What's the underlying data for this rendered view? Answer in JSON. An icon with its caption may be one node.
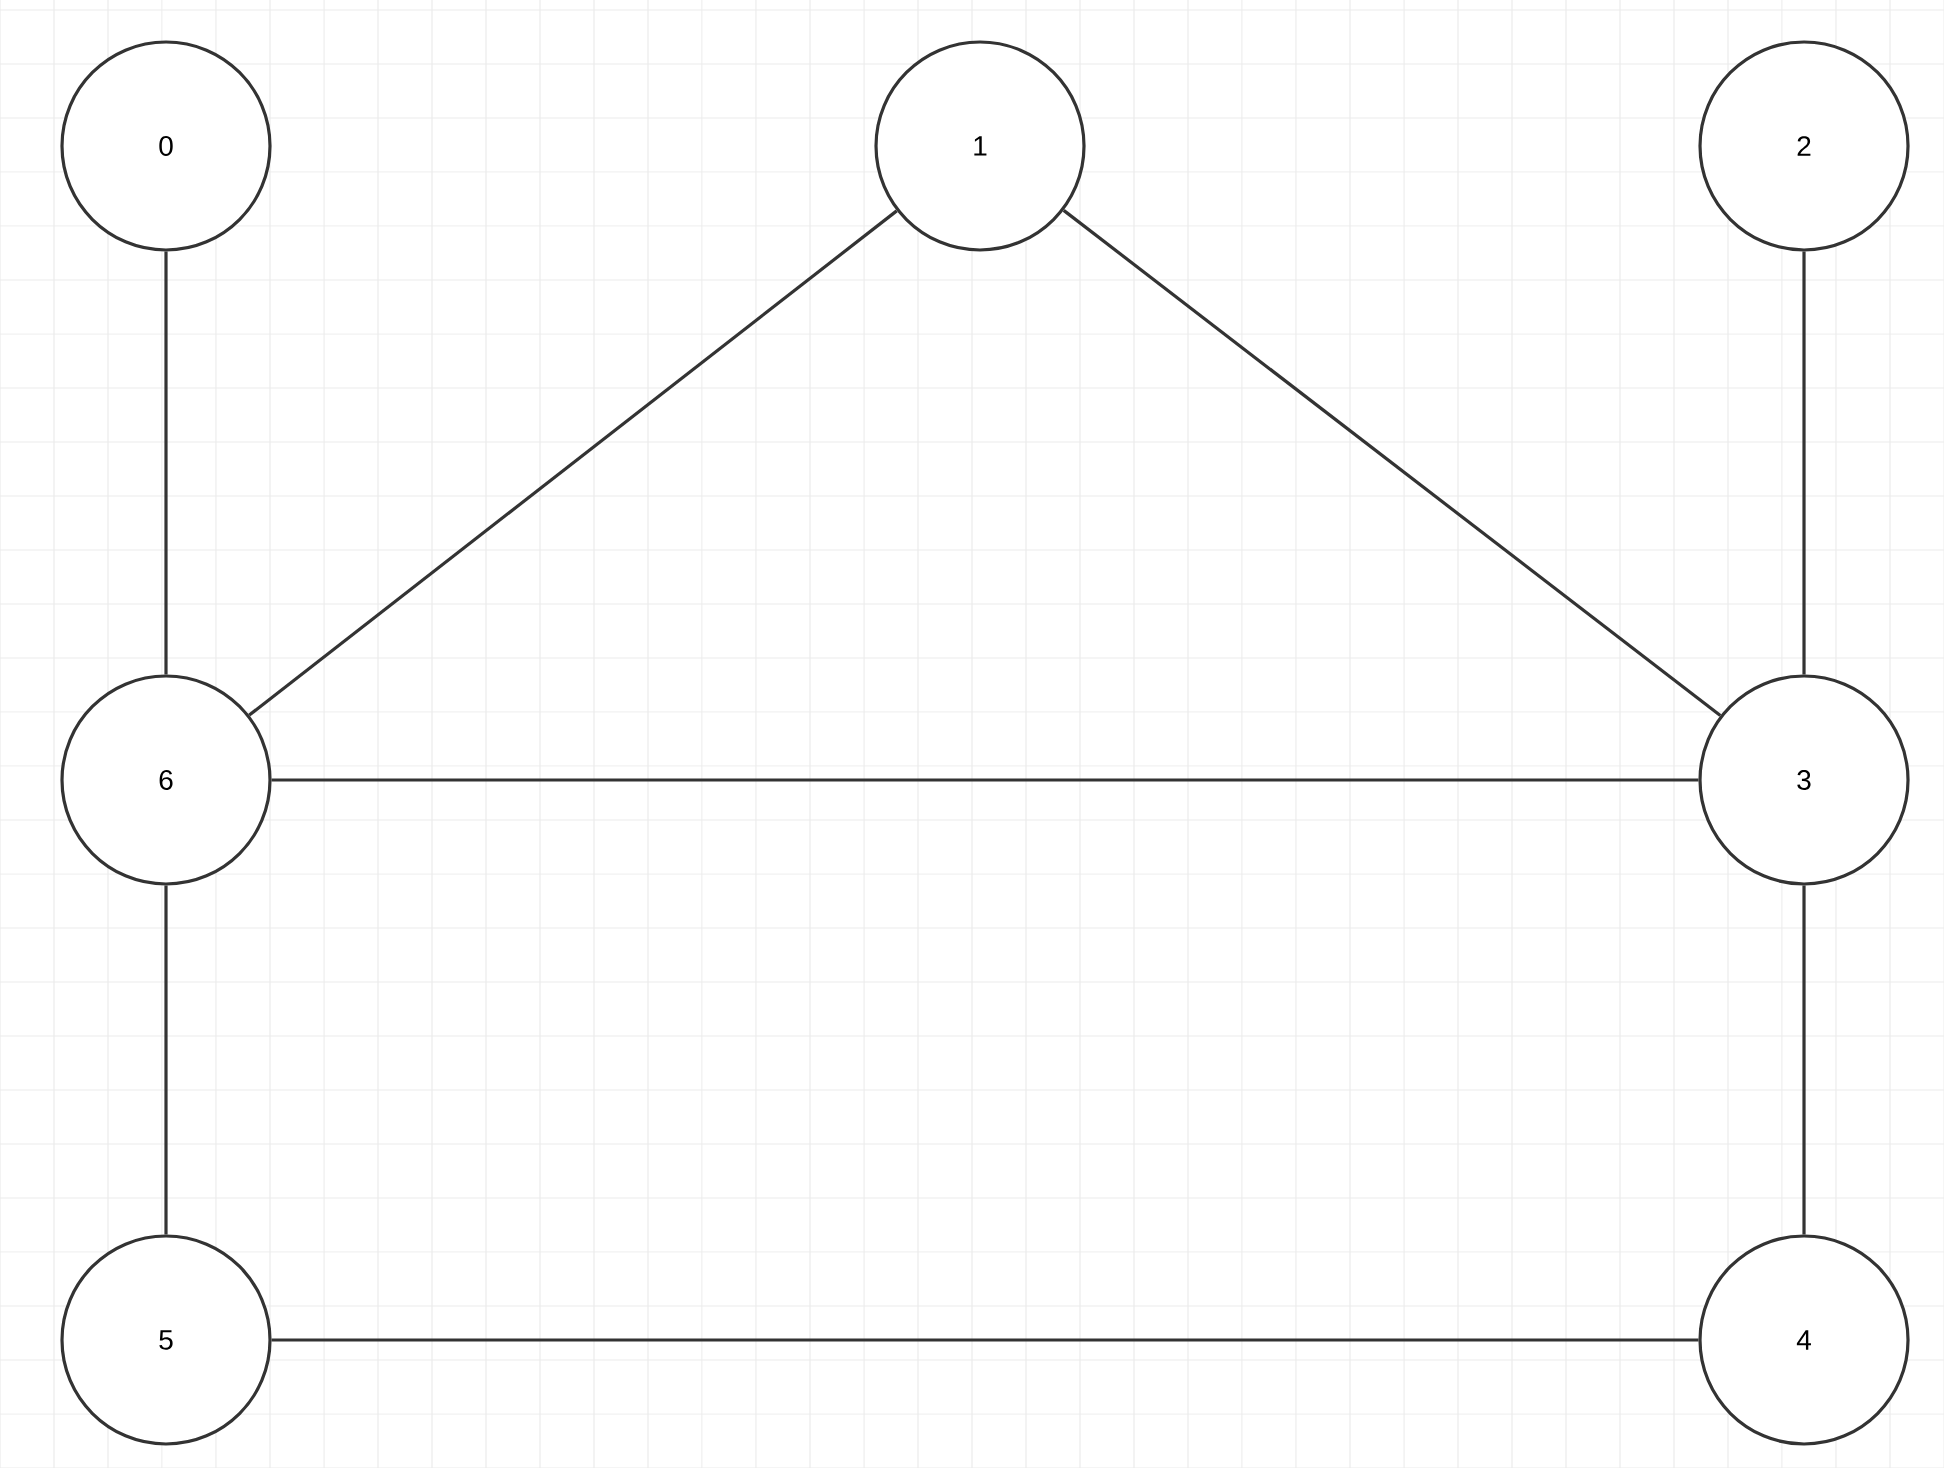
{
  "diagram": {
    "nodes": [
      {
        "text": [
          "0"
        ]
      },
      {
        "text": [
          "1"
        ]
      },
      {
        "text": [
          "2"
        ]
      },
      {
        "text": [
          "6"
        ]
      },
      {
        "text": [
          "3"
        ]
      },
      {
        "text": [
          "5"
        ]
      },
      {
        "text": [
          "4"
        ]
      }
    ],
    "edges": [
      {
        "from": 0,
        "to": 3,
        "arrow": "none"
      },
      {
        "from": 1,
        "to": 3,
        "arrow": "none"
      },
      {
        "from": 1,
        "to": 4,
        "arrow": "none"
      },
      {
        "from": 2,
        "to": 4,
        "arrow": "none"
      },
      {
        "from": 3,
        "to": 4,
        "arrow": "none"
      },
      {
        "from": 3,
        "to": 5,
        "arrow": "none"
      },
      {
        "from": 4,
        "to": 6,
        "arrow": "none"
      },
      {
        "from": 5,
        "to": 6,
        "arrow": "none"
      }
    ]
  }
}
